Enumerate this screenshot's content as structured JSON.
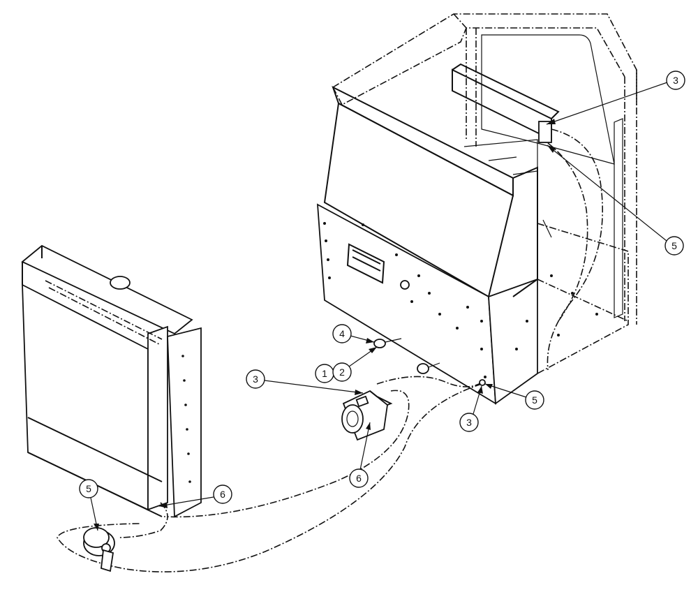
{
  "callouts": {
    "c_top_3": "3",
    "c_top_5": "5",
    "c_4": "4",
    "c_1": "1",
    "c_2": "2",
    "c_left_3": "3",
    "c_low_5": "5",
    "c_low_3": "3",
    "c_mid_6": "6",
    "c_rad_6": "6",
    "c_rad_5": "5"
  }
}
